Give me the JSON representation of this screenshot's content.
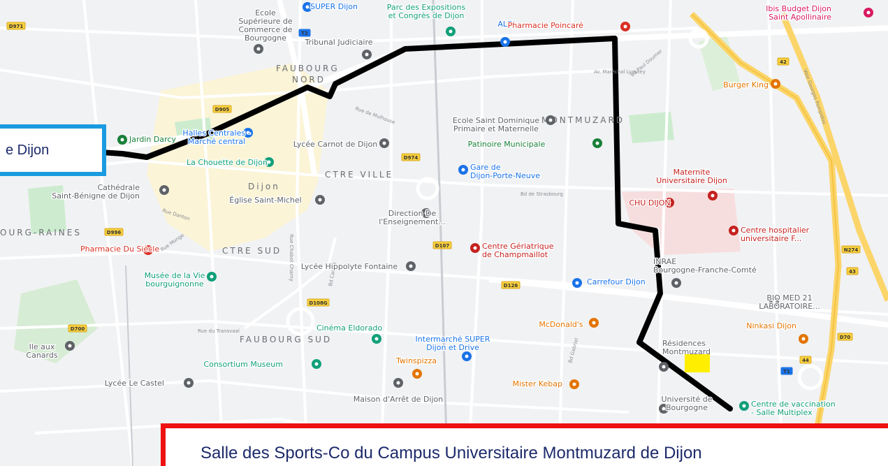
{
  "map": {
    "districts": [
      {
        "name": "FAUBOURG"
      },
      {
        "name": "NORD"
      },
      {
        "name": "MONTMUZARD"
      },
      {
        "name": "CTRE VILLE"
      },
      {
        "name": "CTRE SUD"
      },
      {
        "name": "FAUBOURG SUD"
      },
      {
        "name": "OURG-RAINES"
      },
      {
        "name": "Dijon"
      }
    ],
    "pois": [
      {
        "name": "Ecole Supérieure de Commerce de Bourgogne",
        "lines": [
          "Ecole",
          "Supérieure de",
          "Commerce de",
          "Bourgogne"
        ],
        "color": "#5f6368"
      },
      {
        "name": "SUPER Dijon",
        "lines": [
          "SUPER Dijon"
        ],
        "color": "#1a73e8"
      },
      {
        "name": "Parc des Expositions et Congrès de Dijon",
        "lines": [
          "Parc des Expositions",
          "et Congrès de Dijon"
        ],
        "color": "#12a07a"
      },
      {
        "name": "Tribunal Judiciaire",
        "lines": [
          "Tribunal Judiciaire"
        ],
        "color": "#5f6368"
      },
      {
        "name": "ALDI",
        "lines": [
          "ALDI"
        ],
        "color": "#1a73e8"
      },
      {
        "name": "Pharmacie Poincaré",
        "lines": [
          "Pharmacie Poincaré"
        ],
        "color": "#d93025"
      },
      {
        "name": "Ibis Budget Dijon Saint Apollinaire",
        "lines": [
          "Ibis Budget Dijon",
          "Saint Apollinaire"
        ],
        "color": "#d81b60"
      },
      {
        "name": "Burger King",
        "lines": [
          "Burger King"
        ],
        "color": "#e37400"
      },
      {
        "name": "Halles Centrales - Marché central",
        "lines": [
          "Halles Centrales -",
          "Marché central"
        ],
        "color": "#1a73e8"
      },
      {
        "name": "Jardin Darcy",
        "lines": [
          "Jardin Darcy"
        ],
        "color": "#188038"
      },
      {
        "name": "Lycée Carnot de Dijon",
        "lines": [
          "Lycée Carnot de Dijon"
        ],
        "color": "#5f6368"
      },
      {
        "name": "Ecole Saint Dominique Primaire et Maternelle",
        "lines": [
          "Ecole Saint Dominique",
          "Primaire et Maternelle"
        ],
        "color": "#5f6368"
      },
      {
        "name": "Patinoire Municipale",
        "lines": [
          "Patinoire Municipale"
        ],
        "color": "#188038"
      },
      {
        "name": "La Chouette de Dijon",
        "lines": [
          "La Chouette de Dijon"
        ],
        "color": "#12a07a"
      },
      {
        "name": "Gare de Dijon-Porte-Neuve",
        "lines": [
          "Gare de",
          "Dijon-Porte-Neuve"
        ],
        "color": "#1a73e8"
      },
      {
        "name": "Cathédrale Saint-Bénigne de Dijon",
        "lines": [
          "Cathédrale",
          "Saint-Bénigne de Dijon"
        ],
        "color": "#5f6368"
      },
      {
        "name": "Église Saint-Michel",
        "lines": [
          "Église Saint-Michel"
        ],
        "color": "#5f6368"
      },
      {
        "name": "Maternite Universitaire Dijon",
        "lines": [
          "Maternite",
          "Universitaire Dijon"
        ],
        "color": "#c5221f"
      },
      {
        "name": "CHU DIJON",
        "lines": [
          "CHU DIJON"
        ],
        "color": "#c5221f"
      },
      {
        "name": "Centre hospitalier universitaire F...",
        "lines": [
          "Centre hospitalier",
          "universitaire F..."
        ],
        "color": "#c5221f"
      },
      {
        "name": "Direction De l'Enseignement...",
        "lines": [
          "Direction De",
          "l'Enseignement..."
        ],
        "color": "#5f6368"
      },
      {
        "name": "Pharmacie Du Siècle",
        "lines": [
          "Pharmacie Du Siècle"
        ],
        "color": "#d93025"
      },
      {
        "name": "Centre Gériatrique de Champmaillot",
        "lines": [
          "Centre Gériatrique",
          "de Champmaillot"
        ],
        "color": "#c5221f"
      },
      {
        "name": "Musée de la Vie bourguignonne",
        "lines": [
          "Musée de la Vie",
          "bourguignonne"
        ],
        "color": "#12a07a"
      },
      {
        "name": "Lycée Hippolyte Fontaine",
        "lines": [
          "Lycée Hippolyte Fontaine"
        ],
        "color": "#5f6368"
      },
      {
        "name": "INRAE Bourgogne-Franche-Comté",
        "lines": [
          "INRAE",
          "Bourgogne-Franche-Comté"
        ],
        "color": "#5f6368"
      },
      {
        "name": "Carrefour Dijon",
        "lines": [
          "Carrefour Dijon"
        ],
        "color": "#1a73e8"
      },
      {
        "name": "BIO MED 21 LABORATOIRE...",
        "lines": [
          "BIO MED 21",
          "LABORATOIRE..."
        ],
        "color": "#5f6368"
      },
      {
        "name": "McDonald's",
        "lines": [
          "McDonald's"
        ],
        "color": "#e37400"
      },
      {
        "name": "Ninkasi Dijon",
        "lines": [
          "Ninkasi Dijon"
        ],
        "color": "#e37400"
      },
      {
        "name": "Cinéma Eldorado",
        "lines": [
          "Cinéma Eldorado"
        ],
        "color": "#12a07a"
      },
      {
        "name": "Intermarché SUPER Dijon et Drive",
        "lines": [
          "Intermarché SUPER",
          "Dijon et Drive"
        ],
        "color": "#1a73e8"
      },
      {
        "name": "Consortium Museum",
        "lines": [
          "Consortium Museum"
        ],
        "color": "#12a07a"
      },
      {
        "name": "Twinspizza",
        "lines": [
          "Twinspizza"
        ],
        "color": "#e37400"
      },
      {
        "name": "Résidences Montmuzard",
        "lines": [
          "Résidences",
          "Montmuzard"
        ],
        "color": "#5f6368"
      },
      {
        "name": "Lycée Le Castel",
        "lines": [
          "Lycée Le Castel"
        ],
        "color": "#5f6368"
      },
      {
        "name": "Mister Kebap",
        "lines": [
          "Mister Kebap"
        ],
        "color": "#e37400"
      },
      {
        "name": "Maison d'Arrêt de Dijon",
        "lines": [
          "Maison d'Arrêt de Dijon"
        ],
        "color": "#5f6368"
      },
      {
        "name": "Université de Bourgogne",
        "lines": [
          "Université de",
          "Bourgogne"
        ],
        "color": "#5f6368"
      },
      {
        "name": "Centre de vaccination - Salle Multiplex",
        "lines": [
          "Centre de vaccination",
          "- Salle Multiplex"
        ],
        "color": "#12a07a"
      },
      {
        "name": "Ile aux Canards",
        "lines": [
          "Ile aux",
          "Canards"
        ],
        "color": "#5f6368"
      }
    ],
    "road_shields": [
      "D971",
      "D905",
      "D974",
      "D996",
      "D107",
      "D108G",
      "D126",
      "D700",
      "D70",
      "N274",
      "42",
      "43",
      "44",
      "T1",
      "T2"
    ],
    "streets": [
      "Bd de Strasbourg",
      "Rue Danton",
      "Rue Monge",
      "Bd Paul Doumer",
      "Bd Gabriel",
      "Rue du Transvaal",
      "Av. Maréchal Lyautey",
      "Voie Georges Pompidou",
      "Rue de Mulhouse",
      "Bd Carnot",
      "Rue Chabot Charny"
    ]
  },
  "callouts": {
    "origin": "e Dijon",
    "destination": "Salle des Sports-Co du Campus Universitaire Montmuzard de Dijon"
  },
  "route": {
    "color": "#000000"
  },
  "colors": {
    "land": "#f1f2f4",
    "park": "#cdeccf",
    "hospital_zone": "#f7dede",
    "center_zone": "#fbf4d7",
    "motorway": "#fbd56a",
    "route": "#000000",
    "callout_origin": "#1a9be0",
    "callout_destination": "#ee1111",
    "marker": "#ffee00"
  }
}
